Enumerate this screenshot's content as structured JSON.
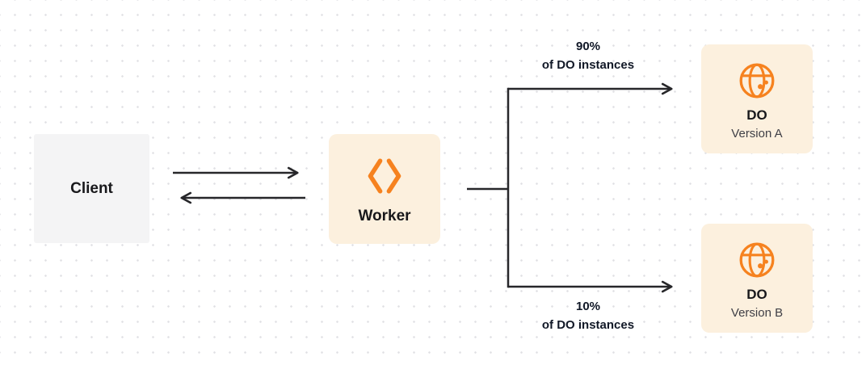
{
  "diagram": {
    "client": {
      "label": "Client"
    },
    "worker": {
      "label": "Worker"
    },
    "do_version_a": {
      "title": "DO",
      "subtitle": "Version A"
    },
    "do_version_b": {
      "title": "DO",
      "subtitle": "Version B"
    },
    "branch_top": {
      "percent": "90%",
      "caption": "of DO instances"
    },
    "branch_bottom": {
      "percent": "10%",
      "caption": "of DO instances"
    }
  },
  "icons": {
    "worker_icon": "workers-chevrons-icon",
    "do_icon": "globe-icon"
  },
  "colors": {
    "brand_orange": "#F6821F",
    "arrow": "#27272A",
    "client_bg": "#F4F4F5",
    "panel_bg": "#FCF0DE",
    "dot_grid": "#E0E0E4",
    "text": "#18181B",
    "subtext": "#3F3F46"
  }
}
